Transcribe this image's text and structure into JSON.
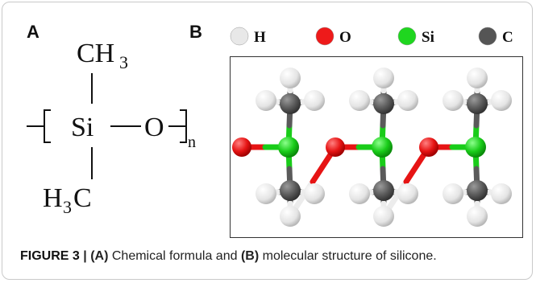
{
  "panels": {
    "a_label": "A",
    "b_label": "B"
  },
  "formula": {
    "top_group": "CH",
    "top_sub": "3",
    "center_atom": "Si",
    "bond_partner": "O",
    "bottom_group_h": "H",
    "bottom_sub": "3",
    "bottom_group_c": "C",
    "repeat_sub": "n"
  },
  "legend": [
    {
      "symbol": "H",
      "color": "#e8e8e8"
    },
    {
      "symbol": "O",
      "color": "#ee1a1a"
    },
    {
      "symbol": "Si",
      "color": "#1fd61f"
    },
    {
      "symbol": "C",
      "color": "#555555"
    }
  ],
  "molecule": {
    "atoms": [
      "O",
      "Si",
      "O",
      "Si",
      "O",
      "Si"
    ],
    "colors": {
      "H": "#ececec",
      "O": "#e61414",
      "Si": "#19cc19",
      "C": "#5a5a5a"
    }
  },
  "caption": {
    "figure_label": "FIGURE 3",
    "separator": "|",
    "part_a": "(A)",
    "text_a": "Chemical formula and",
    "part_b": "(B)",
    "text_b": "molecular structure of silicone."
  }
}
